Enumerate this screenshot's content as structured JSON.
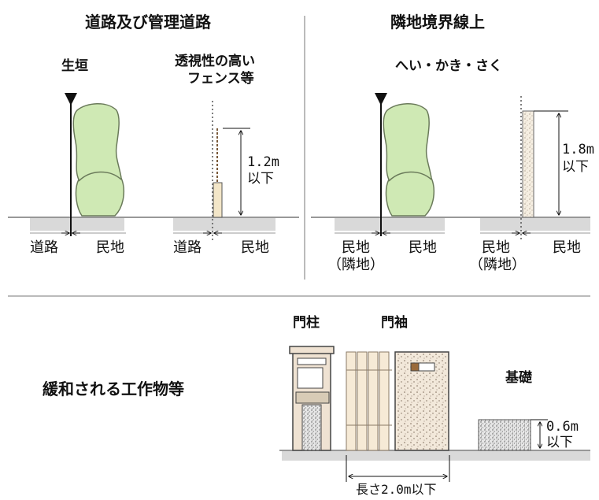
{
  "sections": {
    "left_title": "道路及び管理道路",
    "right_title": "隣地境界線上",
    "bottom_title": "緩和される工作物等"
  },
  "left": {
    "hedge_label": "生垣",
    "fence_label_1": "透視性の高い",
    "fence_label_2": "フェンス等",
    "height_1": "1.2m",
    "height_2": "以下",
    "road_a": "道路",
    "private_a": "民地",
    "road_b": "道路",
    "private_b": "民地"
  },
  "right": {
    "wall_label": "へい・かき・さく",
    "height_1": "1.8m",
    "height_2": "以下",
    "neighbor_a_1": "民地",
    "neighbor_a_2": "（隣地）",
    "private_a": "民地",
    "neighbor_b_1": "民地",
    "neighbor_b_2": "（隣地）",
    "private_b": "民地"
  },
  "bottom": {
    "gate_pillar": "門柱",
    "gate_wing": "門袖",
    "foundation": "基礎",
    "foundation_height_1": "0.6m",
    "foundation_height_2": "以下",
    "length": "長さ2.0m以下"
  },
  "colors": {
    "hedge_fill": "#cfe9b4",
    "hedge_stroke": "#6a7a5a",
    "ground": "#d9d9d9",
    "fence_fill": "#f3e6c8",
    "gate_fill": "#efe2d2",
    "slat_fill": "#f6ead6"
  }
}
